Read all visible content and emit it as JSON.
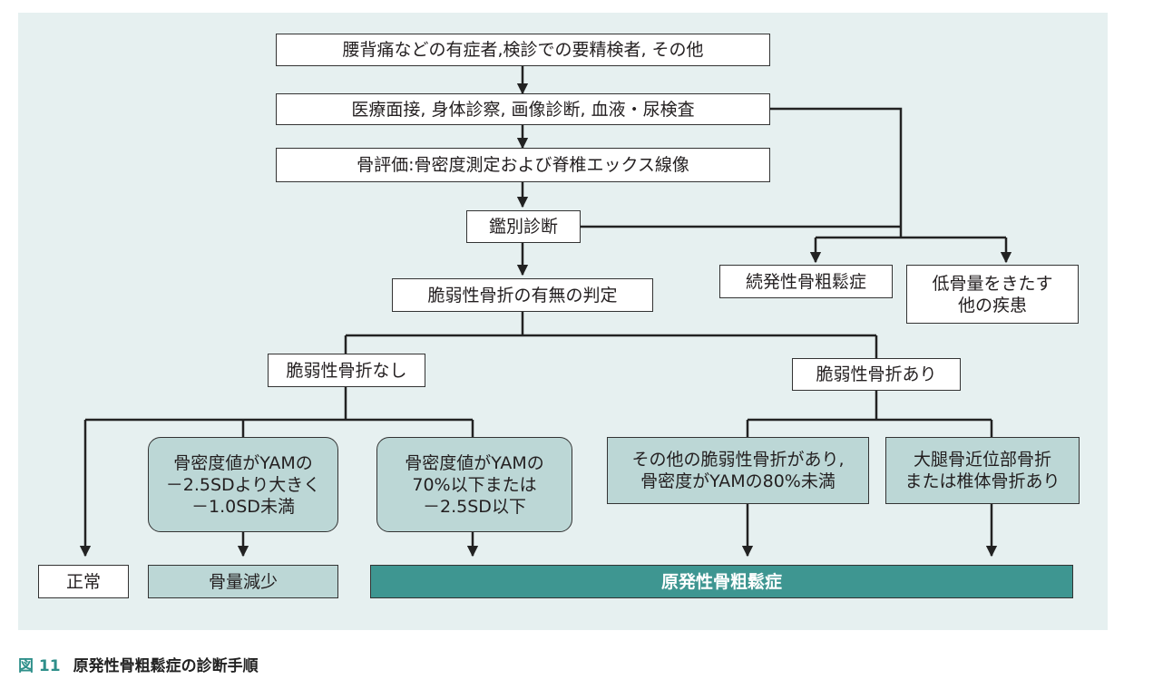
{
  "nodes": {
    "n1": "腰背痛などの有症者,検診での要精検者, その他",
    "n2": "医療面接, 身体診察, 画像診断, 血液・尿検査",
    "n3": "骨評価:骨密度測定および脊椎エックス線像",
    "n4": "鑑別診断",
    "n5": "脆弱性骨折の有無の判定",
    "n6": "続発性骨粗鬆症",
    "n7": "低骨量をきたす\n他の疾患",
    "n8": "脆弱性骨折なし",
    "n9": "脆弱性骨折あり",
    "n10": "骨密度値がYAMの\n－2.5SDより大きく\n－1.0SD未満",
    "n11": "骨密度値がYAMの\n70%以下または\n－2.5SD以下",
    "n12": "その他の脆弱性骨折があり,\n骨密度がYAMの80%未満",
    "n13": "大腿骨近位部骨折\nまたは椎体骨折あり",
    "n14": "正常",
    "n15": "骨量減少",
    "n16": "原発性骨粗鬆症"
  },
  "caption": {
    "number": "図 11",
    "title": "原発性骨粗鬆症の診断手順"
  },
  "colors": {
    "panel_bg": "#e6f0f0",
    "box_teal": "#bcd7d6",
    "box_dark_teal": "#3e9691",
    "caption_accent": "#2e8f8a"
  }
}
